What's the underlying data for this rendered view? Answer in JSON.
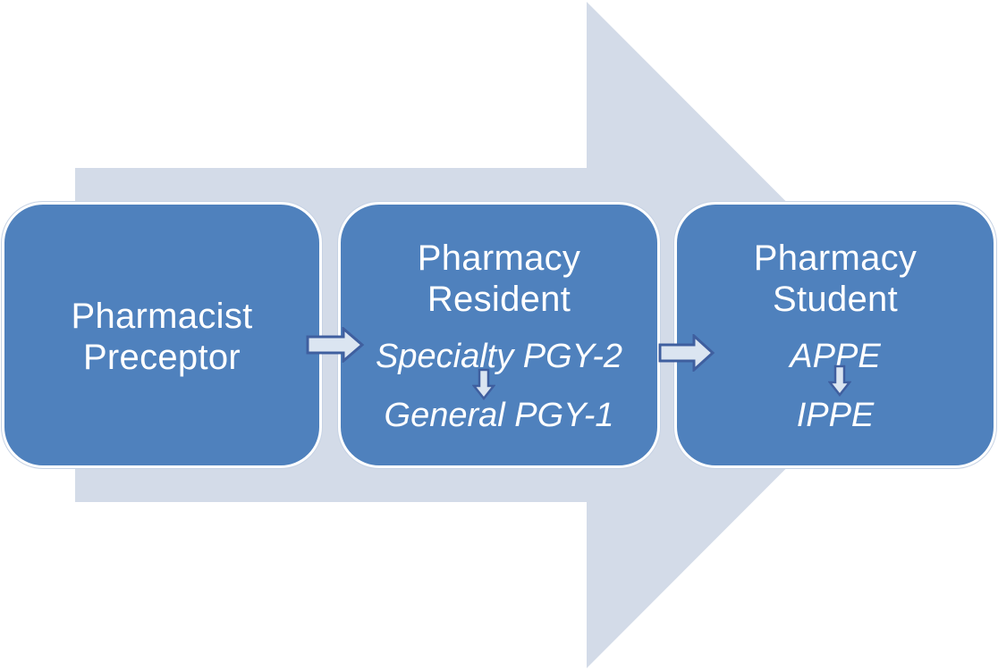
{
  "colors": {
    "background_arrow": "#d3dbe8",
    "box_fill": "#4f81bd",
    "box_border": "#ffffff",
    "connector_fill": "#dbe5f1",
    "connector_stroke": "#3f5f9f"
  },
  "steps": [
    {
      "title_line1": "Pharmacist",
      "title_line2": "Preceptor"
    },
    {
      "title_line1": "Pharmacy",
      "title_line2": "Resident",
      "levels": [
        "Specialty PGY-2",
        "General PGY-1"
      ]
    },
    {
      "title_line1": "Pharmacy",
      "title_line2": "Student",
      "levels": [
        "APPE",
        "IPPE"
      ]
    }
  ]
}
